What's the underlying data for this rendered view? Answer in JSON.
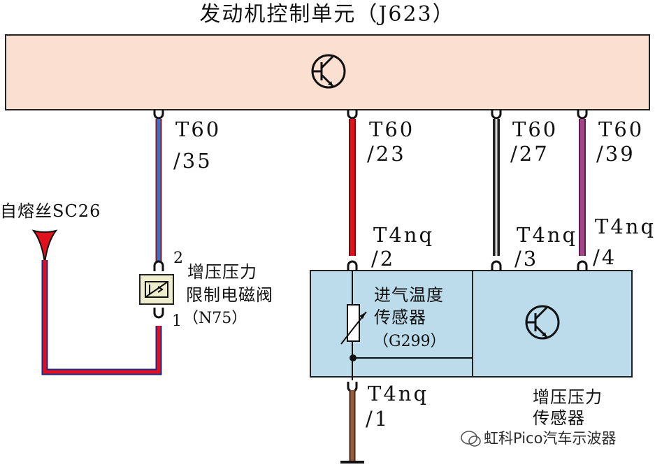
{
  "title": "发动机控制单元（J623）",
  "ecu": {
    "fill": "#fbe0d2",
    "icon": "transistor-icon",
    "pins": [
      "T60",
      "/35",
      "T60",
      "/23",
      "T60",
      "/27",
      "T60",
      "/39"
    ]
  },
  "fuse": {
    "label": "自熔丝SC26",
    "color": "#e0101e"
  },
  "n75": {
    "name_line1": "增压压力",
    "name_line2": "限制电磁阀",
    "pin_top": "2",
    "pin_bottom": "1",
    "code": "（N75）",
    "fill": "#eeeecf",
    "icon": "solenoid-valve-icon"
  },
  "connector": {
    "pins": [
      "T4nq",
      "/2",
      "T4nq",
      "/3",
      "T4nq",
      "/4",
      "T4nq",
      "/1"
    ]
  },
  "g299": {
    "name_line1": "进气温度",
    "name_line2": "传感器",
    "code": "（G299）",
    "icon": "thermistor-icon"
  },
  "boost_sensor": {
    "name_line1": "增压压力",
    "name_line2": "传感器",
    "fill": "#bcdcec",
    "icon": "transistor-icon"
  },
  "wires": {
    "t60_35": "#3c6fcb",
    "t60_23": "#e0101e",
    "t60_27": "#222222",
    "t60_39": "#a3458a",
    "t4nq_1": "#9a5a3c"
  },
  "watermark": "虹科Pico汽车示波器",
  "watermark_icon": "wechat-icon"
}
